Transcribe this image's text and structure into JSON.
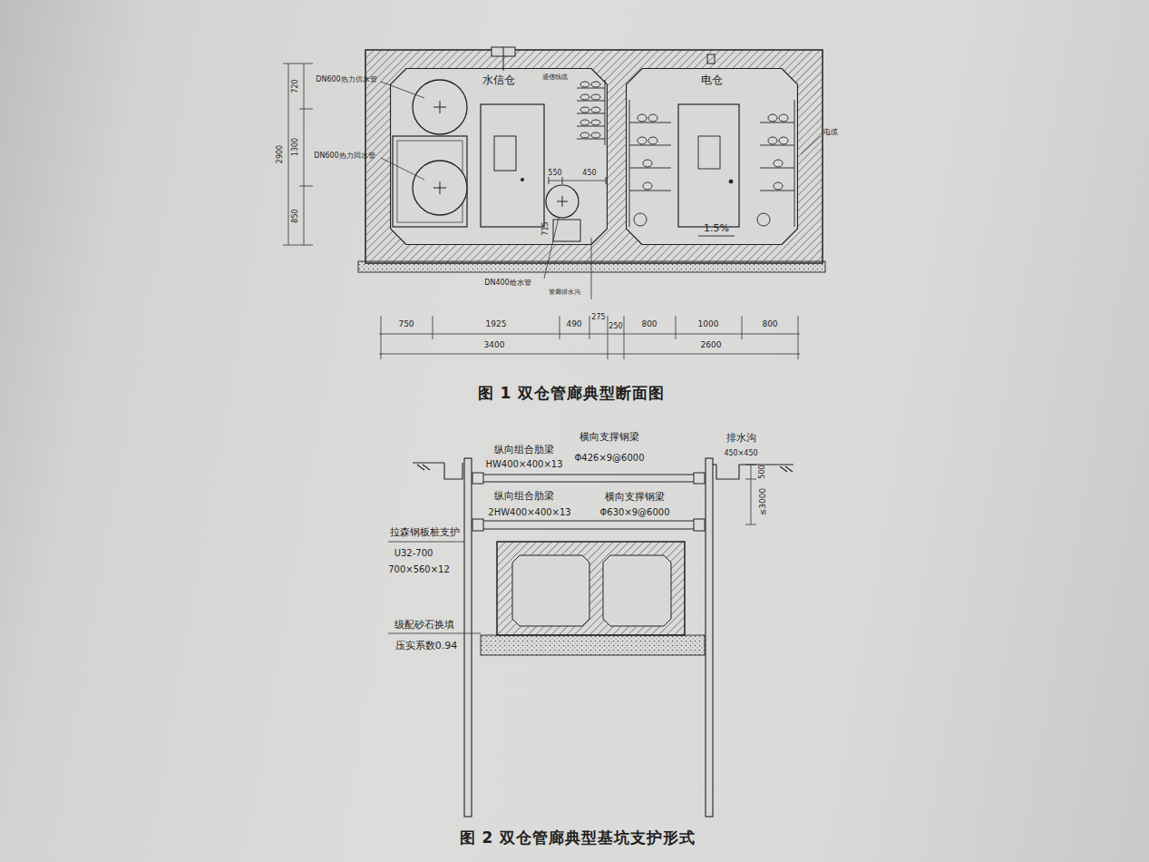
{
  "diagram": {
    "nodes": [
      {
        "text": [
          "水信仓"
        ]
      },
      {
        "text": [
          "电仓"
        ]
      }
    ],
    "labels": [
      "DN600热力供水管",
      "DN600热力回水管",
      "通信线缆",
      "电缆",
      "720",
      "1300",
      "850",
      "2900",
      "550",
      "450",
      "715",
      "1.5%",
      "DN400给水管",
      "管廊排水沟",
      "750",
      "1925",
      "490",
      "275",
      "250",
      "800",
      "1000",
      "800",
      "3400",
      "2600",
      "图 1 双仓管廊典型断面图",
      "纵向组合肋梁",
      "HW400×400×13",
      "横向支撑钢梁",
      "Φ426×9@6000",
      "排水沟",
      "450×450",
      "500",
      "≤3000",
      "纵向组合肋梁",
      "2HW400×400×13",
      "横向支撑钢梁",
      "Φ630×9@6000",
      "拉森钢板桩支护",
      "U32-700",
      "700×560×12",
      "级配砂石换填",
      "压实系数0.94",
      "图 2 双仓管廊典型基坑支护形式"
    ]
  }
}
